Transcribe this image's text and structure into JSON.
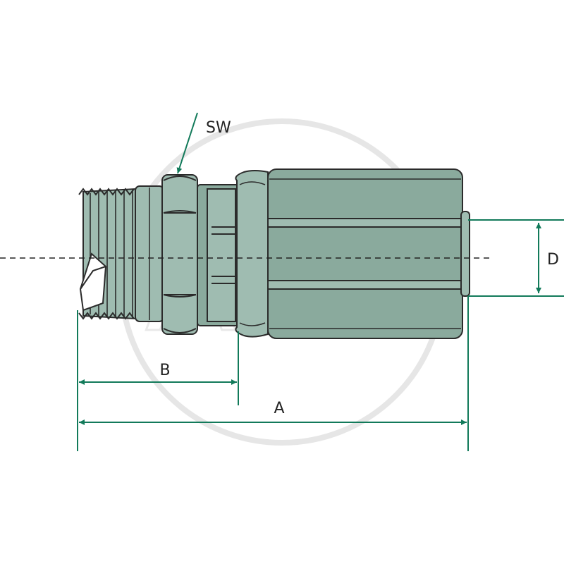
{
  "labels": {
    "sw": "SW",
    "a": "A",
    "b": "B",
    "d": "D"
  },
  "watermark": {
    "text": "AGP"
  },
  "colors": {
    "body": "#8aaa9d",
    "body_light": "#9fbcb1",
    "outline": "#2b2b2b",
    "dimension": "#127a5a",
    "watermark": "#e6e6e6"
  }
}
